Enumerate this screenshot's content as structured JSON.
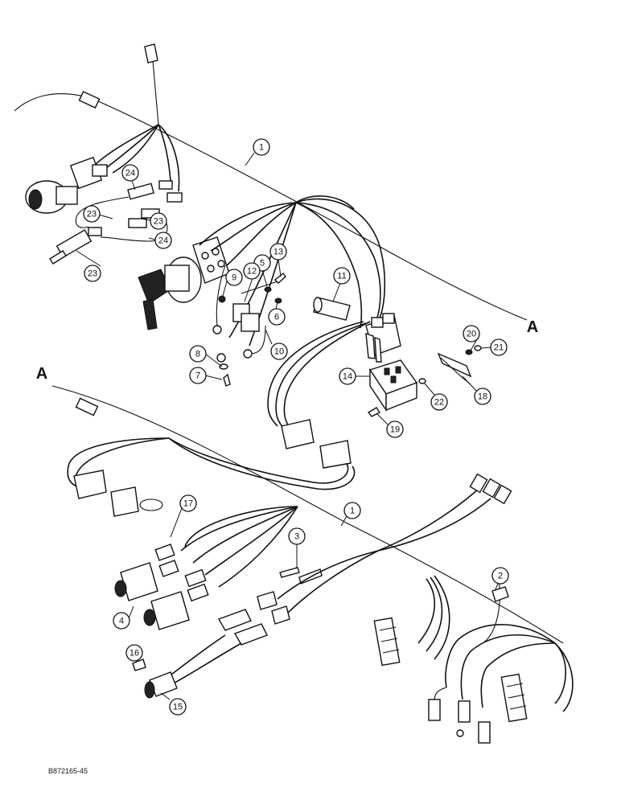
{
  "reference_labels": [
    "A",
    "A"
  ],
  "drawing_number": "B872165-45",
  "callouts": [
    {
      "num": "1"
    },
    {
      "num": "1"
    },
    {
      "num": "2"
    },
    {
      "num": "3"
    },
    {
      "num": "4"
    },
    {
      "num": "5"
    },
    {
      "num": "6"
    },
    {
      "num": "7"
    },
    {
      "num": "8"
    },
    {
      "num": "9"
    },
    {
      "num": "10"
    },
    {
      "num": "11"
    },
    {
      "num": "12"
    },
    {
      "num": "13"
    },
    {
      "num": "14"
    },
    {
      "num": "15"
    },
    {
      "num": "16"
    },
    {
      "num": "17"
    },
    {
      "num": "18"
    },
    {
      "num": "19"
    },
    {
      "num": "20"
    },
    {
      "num": "21"
    },
    {
      "num": "22"
    },
    {
      "num": "23"
    },
    {
      "num": "23"
    },
    {
      "num": "23"
    },
    {
      "num": "24"
    },
    {
      "num": "24"
    }
  ]
}
